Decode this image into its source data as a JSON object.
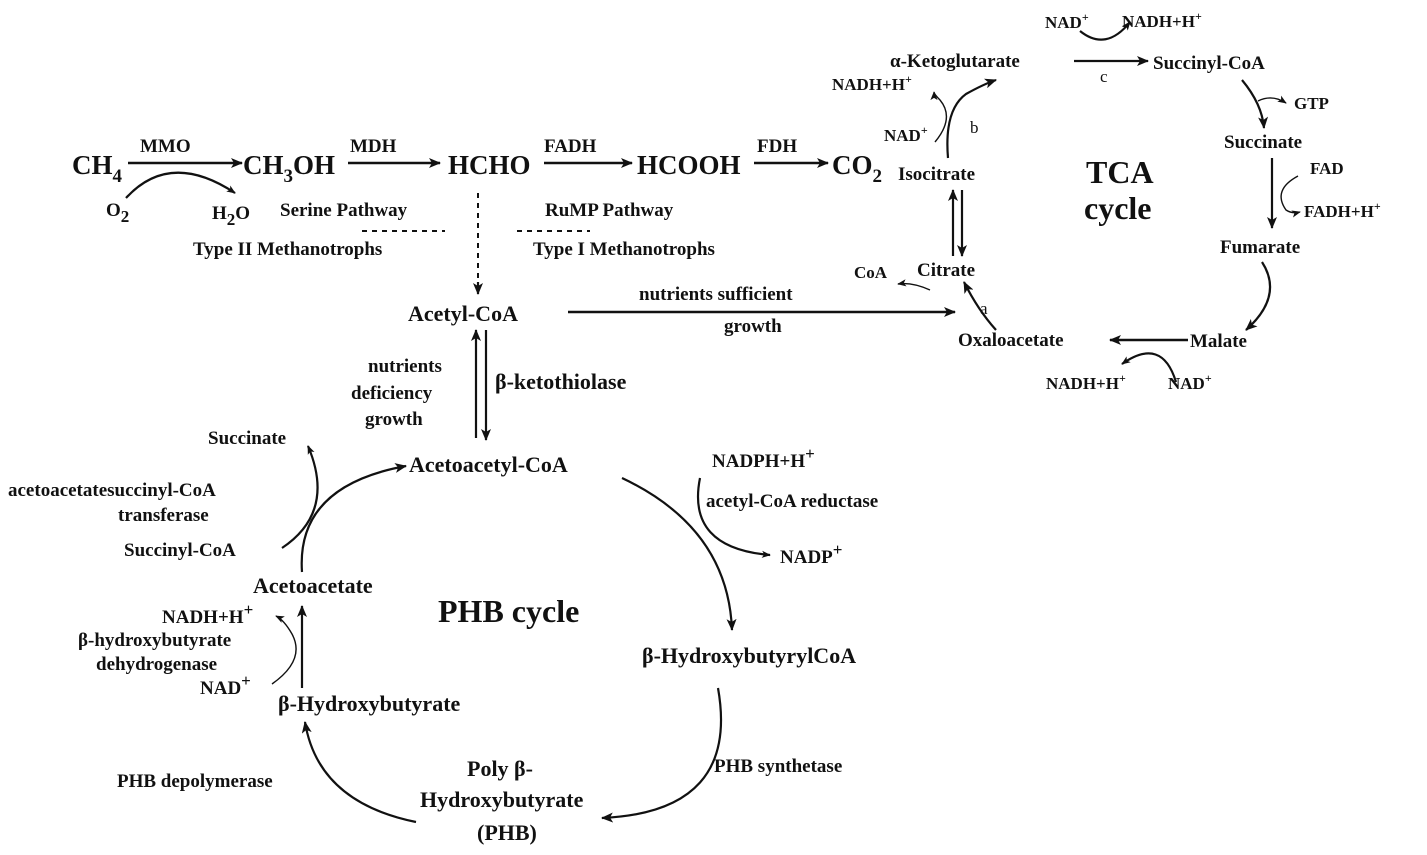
{
  "methane_pathway": {
    "ch4": {
      "base": "CH",
      "sub": "4"
    },
    "o2": {
      "base": "O",
      "sub": "2"
    },
    "h2o": {
      "base": "H",
      "sub": "2",
      "tail": "O"
    },
    "ch3oh": {
      "base": "CH",
      "sub": "3",
      "tail": "OH"
    },
    "hcho": "HCHO",
    "hcooh": "HCOOH",
    "co2": {
      "base": "CO",
      "sub": "2"
    },
    "mmo": "MMO",
    "mdh": "MDH",
    "fadh": "FADH",
    "fdh": "FDH",
    "serine_pathway": "Serine Pathway",
    "type2": "Type II Methanotrophs",
    "rump_pathway": "RuMP Pathway",
    "type1": "Type I Methanotrophs"
  },
  "central": {
    "acetyl_coa": "Acetyl-CoA",
    "nutrients_sufficient": "nutrients sufficient",
    "growth": "growth",
    "deficiency_line1": "nutrients",
    "deficiency_line2": "deficiency",
    "deficiency_line3": "growth",
    "ketothiolase": "β-ketothiolase",
    "acetoacetyl_coa": "Acetoacetyl-CoA"
  },
  "tca": {
    "title_line1": "TCA",
    "title_line2": "cycle",
    "a_ketoglutarate": "α-Ketoglutarate",
    "succinyl_coa": "Succinyl-CoA",
    "succinate": "Succinate",
    "fumarate": "Fumarate",
    "malate": "Malate",
    "oxaloacetate": "Oxaloacetate",
    "citrate": "Citrate",
    "isocitrate": "Isocitrate",
    "coa": "CoA",
    "gtp": "GTP",
    "fad": "FAD",
    "fadh_h": {
      "base": "FADH+H",
      "sup": "+"
    },
    "nad_top": {
      "base": "NAD",
      "sup": "+"
    },
    "nadh_top": {
      "base": "NADH+H",
      "sup": "+"
    },
    "nadh_left": {
      "base": "NADH+H",
      "sup": "+"
    },
    "nad_left": {
      "base": "NAD",
      "sup": "+"
    },
    "nadh_bottom": {
      "base": "NADH+H",
      "sup": "+"
    },
    "nad_bottom": {
      "base": "NAD",
      "sup": "+"
    },
    "label_a": "a",
    "label_b": "b",
    "label_c": "c"
  },
  "phb": {
    "title": "PHB cycle",
    "succinate": "Succinate",
    "transferase_line1": "acetoacetatesuccinyl-CoA",
    "transferase_line2": "transferase",
    "succinyl_coa": "Succinyl-CoA",
    "acetoacetate": "Acetoacetate",
    "nadh": {
      "base": "NADH+H",
      "sup": "+"
    },
    "dehydrogenase_line1": "β-hydroxybutyrate",
    "dehydrogenase_line2": "dehydrogenase",
    "nad": {
      "base": "NAD",
      "sup": "+"
    },
    "hydroxybutyrate": "β-Hydroxybutyrate",
    "depolymerase": "PHB depolymerase",
    "poly_line1": "Poly β-",
    "poly_line2": "Hydroxybutyrate",
    "poly_line3": "(PHB)",
    "synthetase": "PHB synthetase",
    "hydroxybutyryl_coa": "β-HydroxybutyrylCoA",
    "nadph": {
      "base": "NADPH+H",
      "sup": "+"
    },
    "reductase": "acetyl-CoA reductase",
    "nadp": {
      "base": "NADP",
      "sup": "+"
    }
  },
  "colors": {
    "ink": "#111111",
    "background": "#ffffff"
  }
}
